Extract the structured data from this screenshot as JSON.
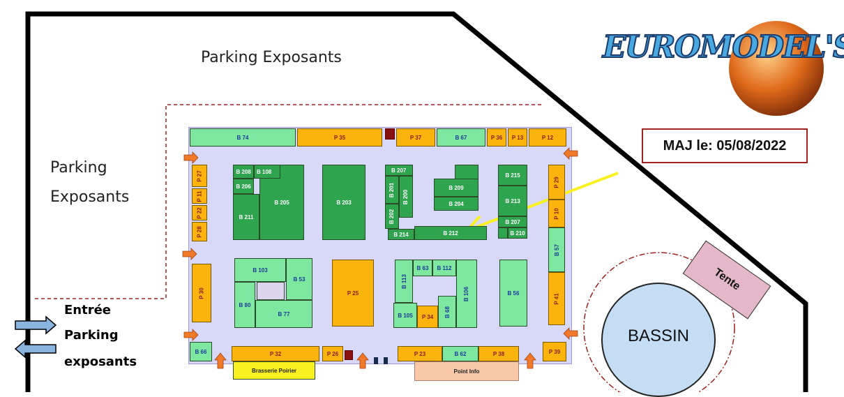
{
  "labels": {
    "parking_top": "Parking Exposants",
    "parking_left_1": "Parking",
    "parking_left_2": "Exposants",
    "entree_1": "Entrée",
    "entree_2": "Parking",
    "entree_3": "exposants",
    "maj": "MAJ le: 05/08/2022",
    "tente": "Tente",
    "bassin": "BASSIN",
    "brasserie": "Brasserie Poirier",
    "point_info": "Point Info"
  },
  "logo": {
    "text": "EUROMODEL'S"
  },
  "booths": {
    "b74": "B 74",
    "p35": "P 35",
    "p37": "P 37",
    "b67": "B 67",
    "p36": "P 36",
    "p13": "P 13",
    "p12": "P 12",
    "b208": "B 208",
    "b108": "B 108",
    "b206": "B 206",
    "b205": "B 205",
    "b211": "B 211",
    "b203": "B 203",
    "b207a": "B 207",
    "b201": "B 201",
    "b200": "B 200",
    "b202": "B 202",
    "b209": "B 209",
    "b204": "B 204",
    "b214": "B 214",
    "b212": "B 212",
    "b215": "B 215",
    "b213": "B 213",
    "b207b": "B 207",
    "b210": "B 210",
    "p27": "P 27",
    "p11": "P 11",
    "p22": "P 22",
    "p28": "P 28",
    "p29": "P 29",
    "p10": "P 10",
    "b57": "B 57",
    "p41": "P 41",
    "p30": "P 30",
    "b103": "B 103",
    "b53": "B 53",
    "b80": "B 80",
    "b77": "B 77",
    "p25": "P 25",
    "b113": "B 113",
    "b63": "B 63",
    "b112": "B 112",
    "b105": "B 105",
    "p34": "P 34",
    "b68": "B 68",
    "b106": "B 106",
    "b56": "B 56",
    "b66": "B 66",
    "p32": "P 32",
    "p26": "P 26",
    "p23": "P 23",
    "b62": "B 62",
    "p38": "P 38",
    "p39": "P 39"
  },
  "colors": {
    "hall": "#d8d8f8",
    "light_green": "#7fe8a0",
    "dark_green": "#2fa44f",
    "orange": "#fbb40d",
    "maj_border": "#a02020",
    "tente_fill": "#e4b8c8",
    "bassin_fill": "#c4dcf4",
    "brasserie_fill": "#f8f020",
    "point_info_fill": "#f8c8a8"
  }
}
